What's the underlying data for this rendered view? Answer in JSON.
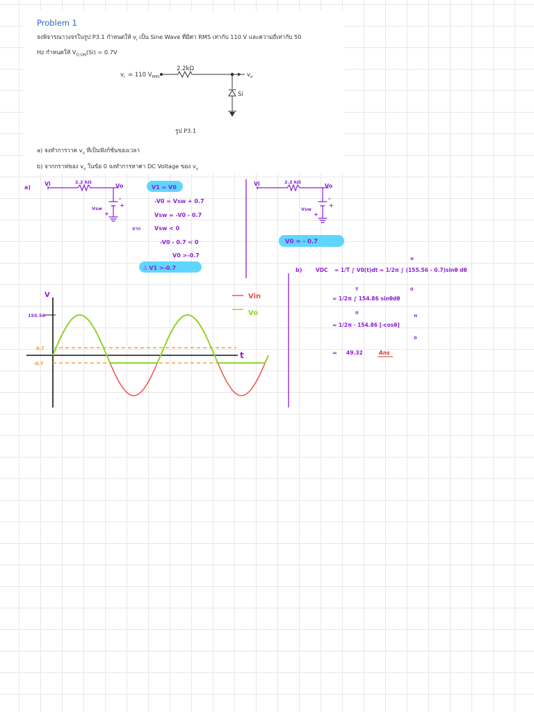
{
  "problem": {
    "title": "Problem 1",
    "line1_a": "จงพิจารณาวงจรในรูป P3.1 กำหนดให้ v",
    "line1_sub": "i",
    "line1_b": " เป็น Sine Wave ที่มีค่า RMS เท่ากับ 110 V และความถี่เท่ากับ 50",
    "line2_a": "Hz กำหนดให้ V",
    "line2_sub": "D,ON",
    "line2_b": "(Si) = 0.7V",
    "fig_caption": "รูป P3.1",
    "q_a_a": "a)  จงทำการวาด v",
    "q_a_sub": "o",
    "q_a_b": " ที่เป็นฟังก์ชั่นของเวลา",
    "q_b_a": "b)  จากกราฟของ v",
    "q_b_sub": "o",
    "q_b_b": " ในข้อ 0 จงทำการหาค่า DC Voltage ของ v",
    "q_b_sub2": "o"
  },
  "circuit": {
    "vi": "v",
    "vi_sub": "i",
    "eq": "= 110 V",
    "rms": "RMS",
    "resistor": "2.2kΩ",
    "vo": "v",
    "vo_sub": "o",
    "diode": "Si"
  },
  "handwriting": {
    "part_a": "a)",
    "vi": "Vi",
    "vo": "Vo",
    "r": "2.2 kΩ",
    "vsw": "Vsw",
    "minus": "-",
    "plus": "+",
    "eq1": "V1 = V0",
    "eq2": "-V0  =  Vsw + 0.7",
    "eq3": "Vsw  =  -V0 - 0.7",
    "eq4_a": "จาก",
    "eq4_b": "Vsw  < 0",
    "eq5": "-V0 - 0.7  < 0",
    "eq6": "V0  >-0.7",
    "eq7": "∴  V1  >-0.7",
    "right_result": "V0  =  - 0.7",
    "part_b": "b)",
    "vdc": "VDC",
    "int1": "=  1/T ∫ V0(t)dt  =  1/2π ∫ (155.56 - 0.7)sinθ dθ",
    "lim_pi": "π",
    "lim_0": "0",
    "lim_T": "T",
    "int2": "=  1/2π ∫ 154.86 sinθdθ",
    "int3": "=  1/2π · 154.86 [-cosθ]",
    "result": "49.32",
    "ans": "Ans"
  },
  "graph": {
    "y_axis": "V",
    "peak": "155.56",
    "pos_level": "0.7",
    "neg_level": "-0.7",
    "t_axis": "t",
    "legend_vin": "Vin",
    "legend_vo": "Vo",
    "color_vin": "#f0504a",
    "color_vo": "#8fd42a",
    "color_level": "#f28c1c"
  }
}
